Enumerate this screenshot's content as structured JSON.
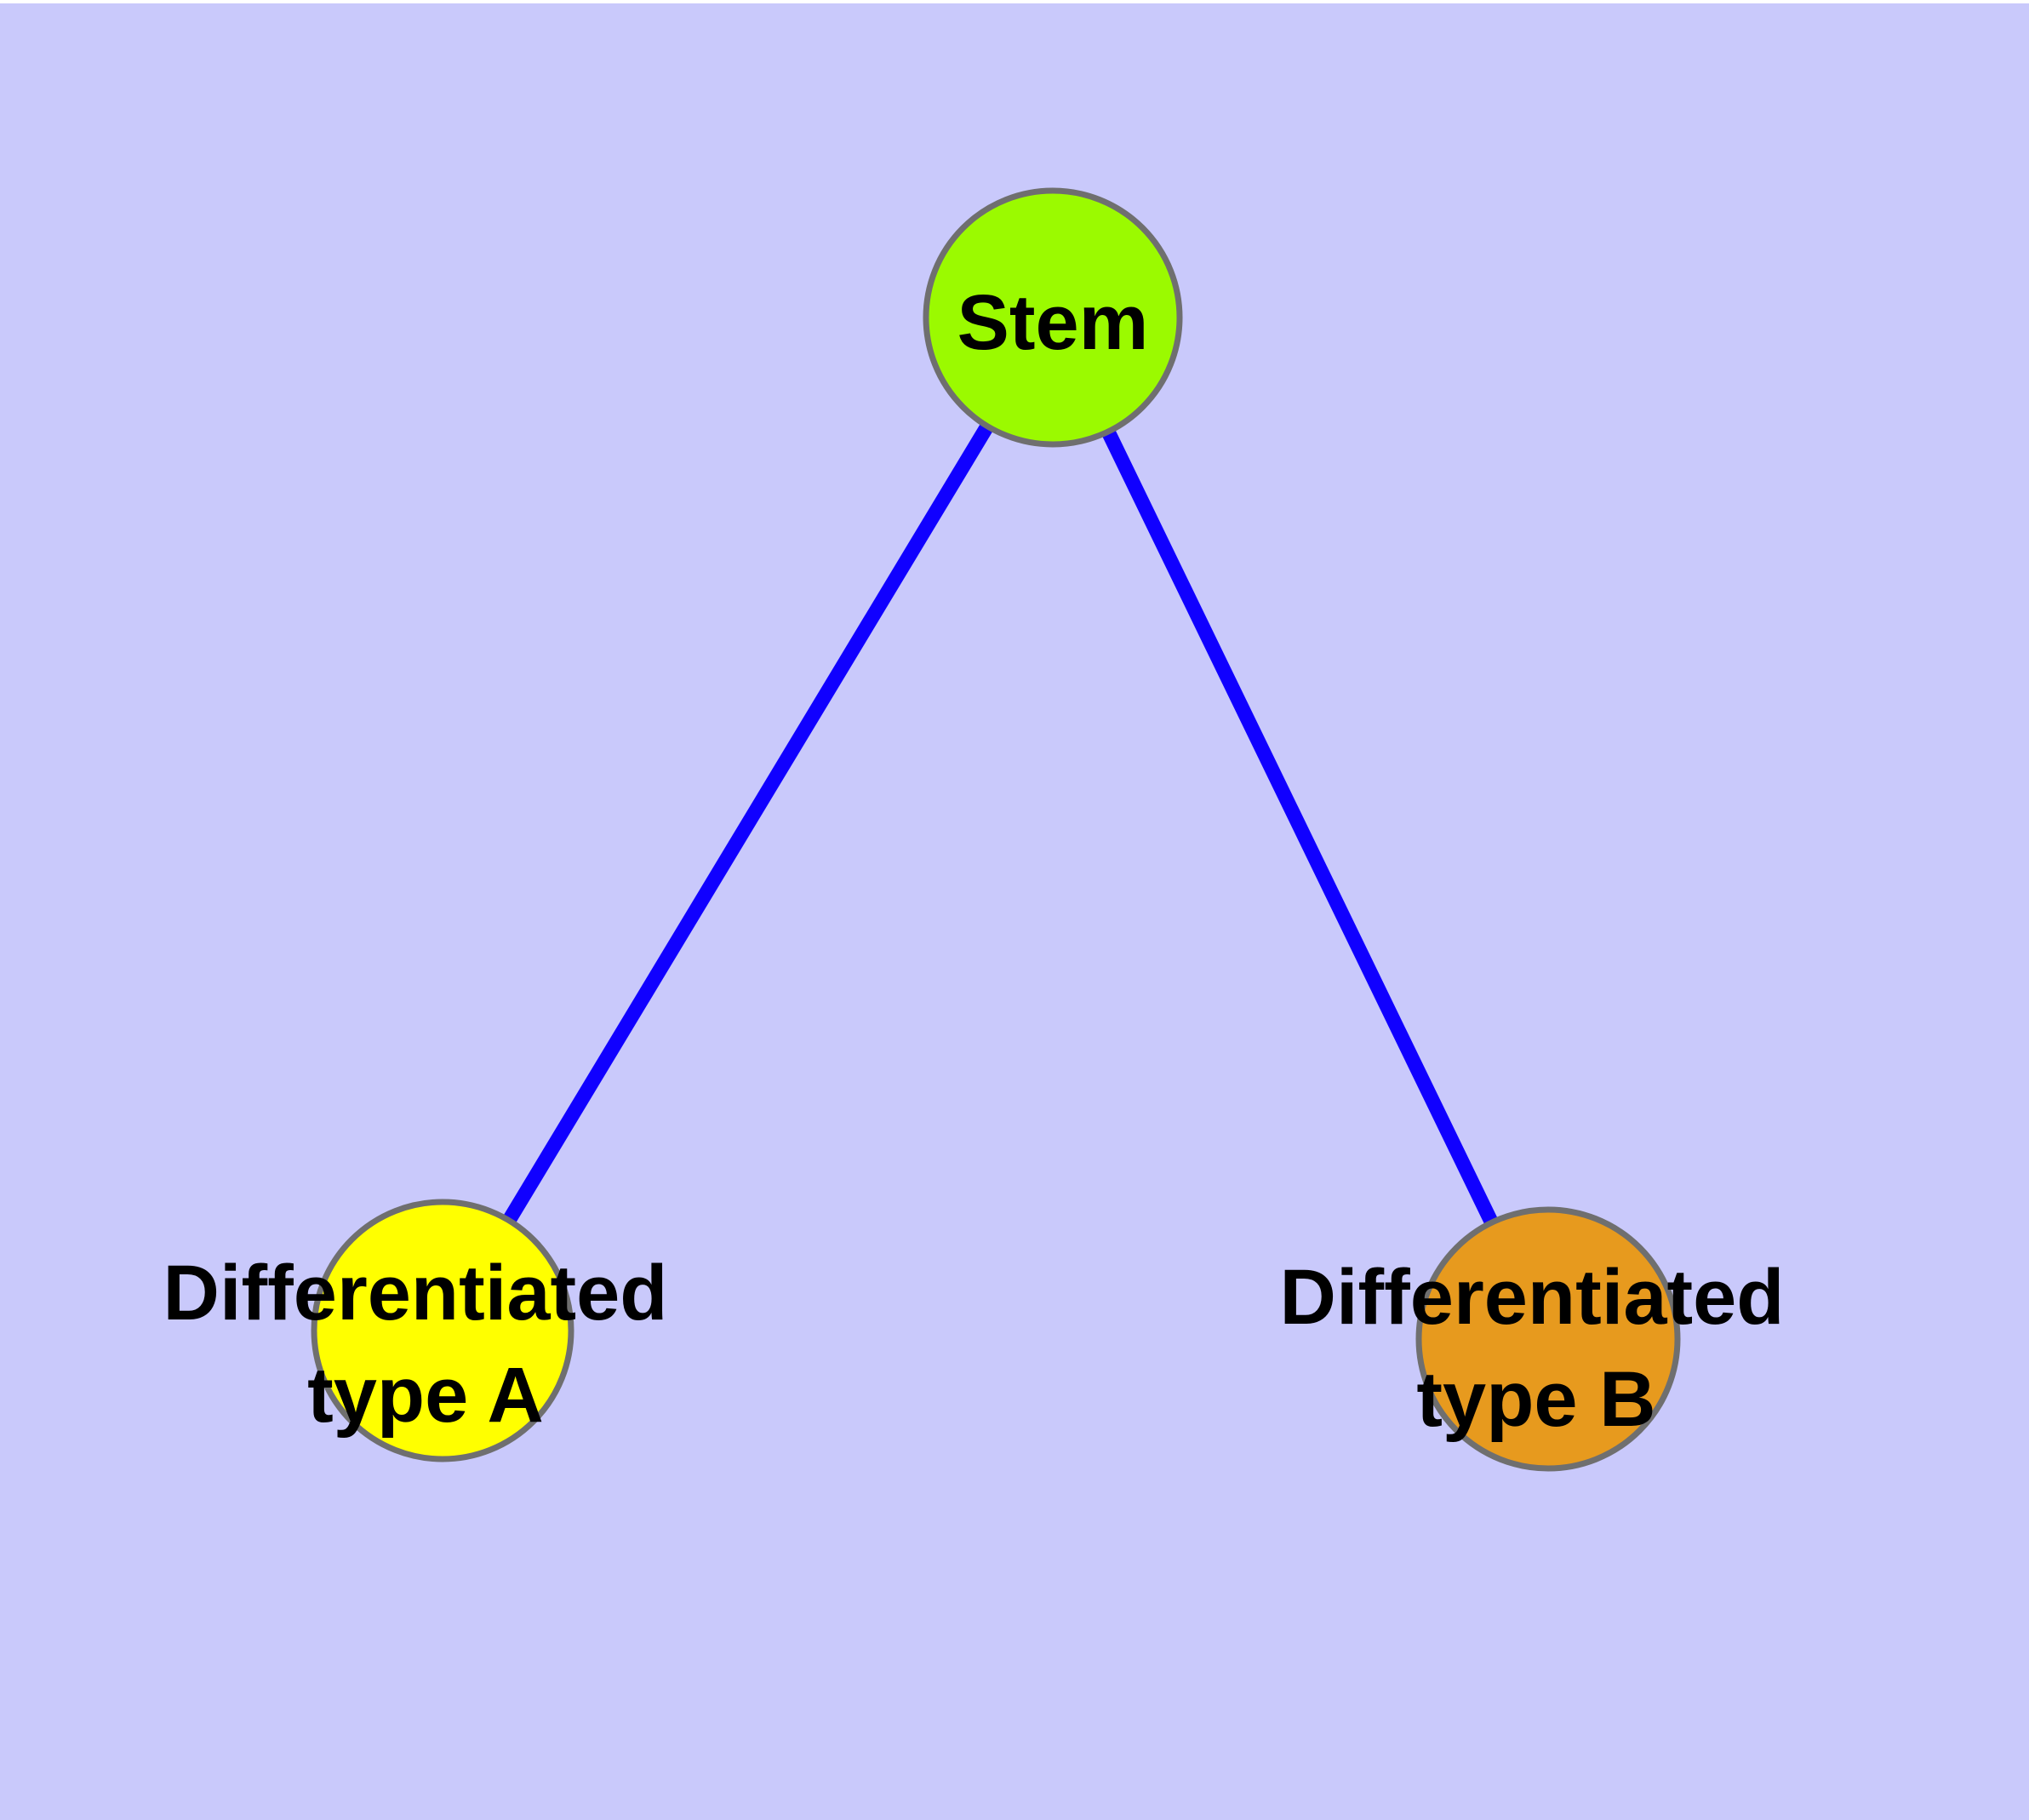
{
  "canvas": {
    "background_color": "#C9C9FB",
    "top_strip_color": "#FFFFFF"
  },
  "diagram": {
    "type": "graph",
    "description_labels": {
      "root": "Stem",
      "left_child_line1": "Differentiated",
      "left_child_line2": "type A",
      "right_child_line1": "Differentiated",
      "right_child_line2": "type B"
    },
    "nodes": [
      {
        "id": "stem",
        "label": "Stem",
        "fill": "#9BFA00",
        "stroke": "#6F6F6F",
        "text_color": "#000000"
      },
      {
        "id": "differentiated-type-a",
        "label_line1": "Differentiated",
        "label_line2": "type A",
        "fill": "#FFFF00",
        "stroke": "#6F6F6F",
        "text_color": "#000000"
      },
      {
        "id": "differentiated-type-b",
        "label_line1": "Differentiated",
        "label_line2": "type B",
        "fill": "#E79A1E",
        "stroke": "#6F6F6F",
        "text_color": "#000000"
      }
    ],
    "edges": [
      {
        "from": "stem",
        "to": "differentiated-type-a",
        "color": "#1000FF"
      },
      {
        "from": "stem",
        "to": "differentiated-type-b",
        "color": "#1000FF"
      }
    ]
  }
}
